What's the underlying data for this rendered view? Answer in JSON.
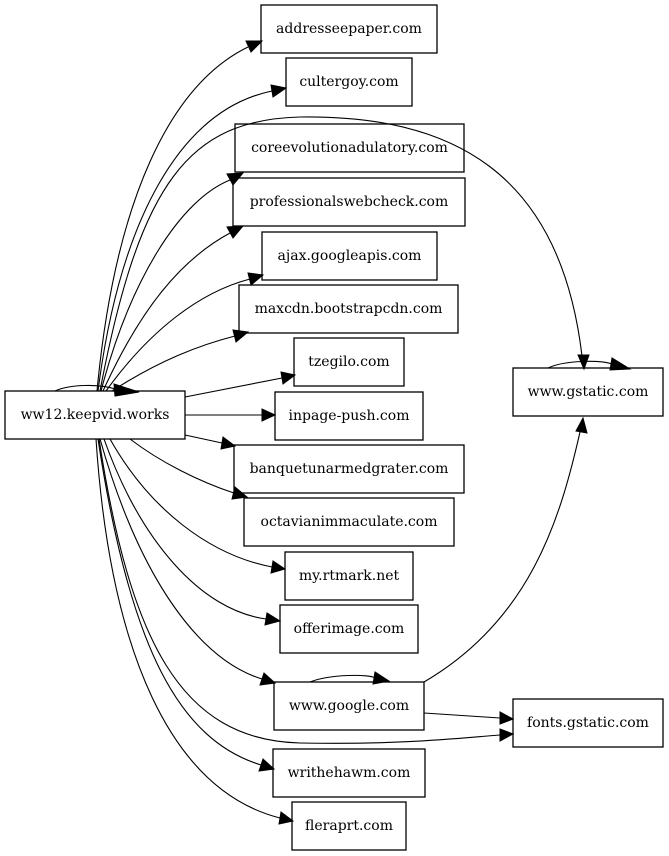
{
  "graph": {
    "nodes": [
      {
        "id": "ww12",
        "label": "ww12.keepvid.works"
      },
      {
        "id": "addresseepaper",
        "label": "addresseepaper.com"
      },
      {
        "id": "cultergoy",
        "label": "cultergoy.com"
      },
      {
        "id": "coreevolution",
        "label": "coreevolutionadulatory.com"
      },
      {
        "id": "professionalswebcheck",
        "label": "professionalswebcheck.com"
      },
      {
        "id": "ajax",
        "label": "ajax.googleapis.com"
      },
      {
        "id": "maxcdn",
        "label": "maxcdn.bootstrapcdn.com"
      },
      {
        "id": "tzegilo",
        "label": "tzegilo.com"
      },
      {
        "id": "inpage",
        "label": "inpage-push.com"
      },
      {
        "id": "banquet",
        "label": "banquetunarmedgrater.com"
      },
      {
        "id": "octavian",
        "label": "octavianimmaculate.com"
      },
      {
        "id": "rtmark",
        "label": "my.rtmark.net"
      },
      {
        "id": "offerimage",
        "label": "offerimage.com"
      },
      {
        "id": "google",
        "label": "www.google.com"
      },
      {
        "id": "writhehawm",
        "label": "writhehawm.com"
      },
      {
        "id": "fleraprt",
        "label": "fleraprt.com"
      },
      {
        "id": "gstatic",
        "label": "www.gstatic.com"
      },
      {
        "id": "fonts",
        "label": "fonts.gstatic.com"
      }
    ],
    "edges": [
      {
        "from": "ww12",
        "to": "ww12"
      },
      {
        "from": "ww12",
        "to": "addresseepaper"
      },
      {
        "from": "ww12",
        "to": "cultergoy"
      },
      {
        "from": "ww12",
        "to": "gstatic"
      },
      {
        "from": "ww12",
        "to": "coreevolution"
      },
      {
        "from": "ww12",
        "to": "professionalswebcheck"
      },
      {
        "from": "ww12",
        "to": "ajax"
      },
      {
        "from": "ww12",
        "to": "maxcdn"
      },
      {
        "from": "ww12",
        "to": "tzegilo"
      },
      {
        "from": "ww12",
        "to": "inpage"
      },
      {
        "from": "ww12",
        "to": "banquet"
      },
      {
        "from": "ww12",
        "to": "octavian"
      },
      {
        "from": "ww12",
        "to": "rtmark"
      },
      {
        "from": "ww12",
        "to": "offerimage"
      },
      {
        "from": "ww12",
        "to": "google"
      },
      {
        "from": "ww12",
        "to": "fonts"
      },
      {
        "from": "ww12",
        "to": "writhehawm"
      },
      {
        "from": "ww12",
        "to": "fleraprt"
      },
      {
        "from": "gstatic",
        "to": "gstatic"
      },
      {
        "from": "google",
        "to": "google"
      },
      {
        "from": "google",
        "to": "gstatic"
      },
      {
        "from": "google",
        "to": "fonts"
      }
    ]
  }
}
